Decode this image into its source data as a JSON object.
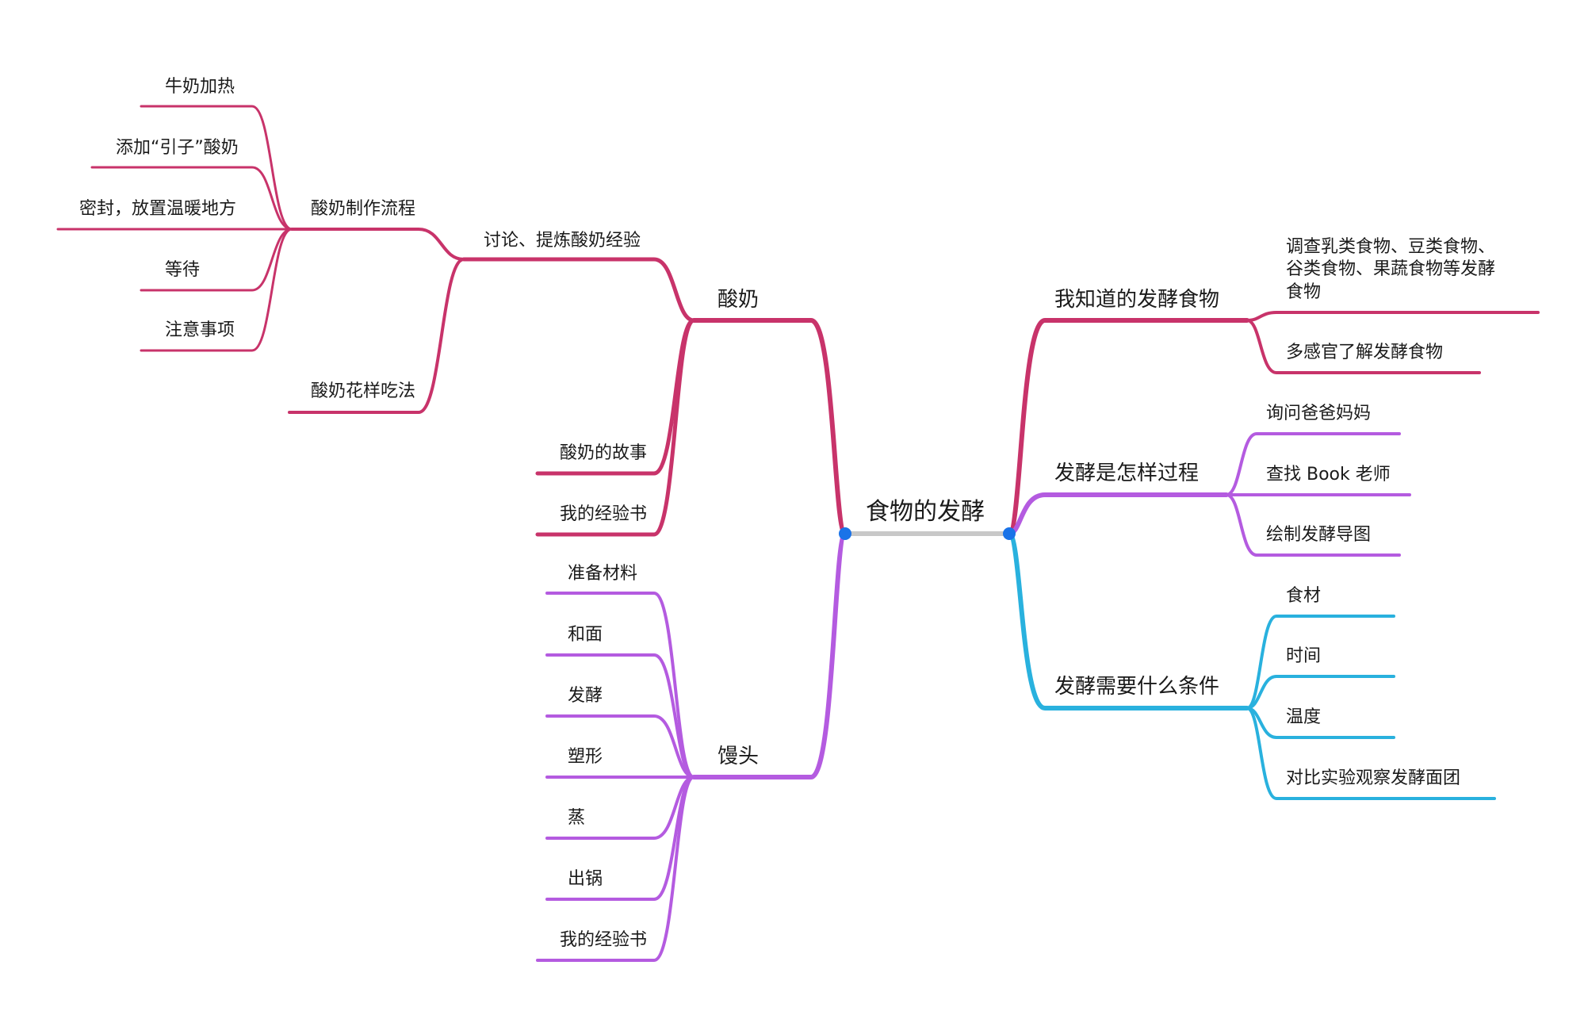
{
  "root": {
    "label": "食物的发酵"
  },
  "colors": {
    "root_link": "#c8c8c8",
    "node_dot": "#1a73e8",
    "crimson": "#c8336a",
    "purple": "#b45be0",
    "cyan": "#29b1de",
    "text": "#1a1a1a"
  },
  "left": {
    "yogurt": {
      "label": "酸奶",
      "discussion": {
        "label": "讨论、提炼酸奶经验",
        "process": {
          "label": "酸奶制作流程",
          "steps": [
            "牛奶加热",
            "添加“引子”酸奶",
            "密封，放置温暖地方",
            "等待",
            "注意事项"
          ]
        },
        "ways": {
          "label": "酸奶花样吃法"
        }
      },
      "story": {
        "label": "酸奶的故事"
      },
      "book": {
        "label": "我的经验书"
      }
    },
    "mantou": {
      "label": "馒头",
      "steps": [
        "准备材料",
        "和面",
        "发酵",
        "塑形",
        "蒸",
        "出锅",
        "我的经验书"
      ]
    }
  },
  "right": {
    "know": {
      "label": "我知道的发酵食物",
      "items": [
        {
          "lines": [
            "调查乳类食物、豆类食物、",
            "谷类食物、果蔬食物等发酵",
            "食物"
          ]
        },
        {
          "lines": [
            "多感官了解发酵食物"
          ]
        }
      ]
    },
    "process": {
      "label": "发酵是怎样过程",
      "items": [
        "询问爸爸妈妈",
        "查找 Book 老师",
        "绘制发酵导图"
      ]
    },
    "conditions": {
      "label": "发酵需要什么条件",
      "items": [
        "食材",
        "时间",
        "温度",
        "对比实验观察发酵面团"
      ]
    }
  }
}
